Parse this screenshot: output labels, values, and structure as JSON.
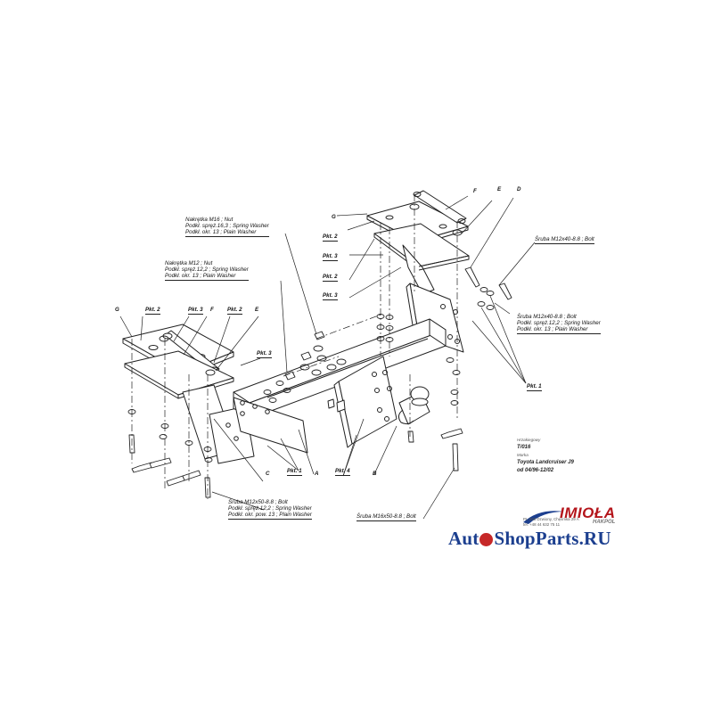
{
  "labels": {
    "nut_m16": [
      "Nakrętka M16 ; Nut",
      "Podkł. spręż.16,3 ; Spring Washer",
      "Podkł. okr. 13 ; Plain Washer"
    ],
    "nut_m12": [
      "Nakrętka M12 ; Nut",
      "Podkł. spręż.12,2 ; Spring Washer",
      "Podkł. okr. 13 ; Plain Washer"
    ],
    "bolt_m12x40_top": "Śruba M12x40-8.8 ; Bolt",
    "bolt_m12x40_group": [
      "Śruba M12x40-8.8 ; Bolt",
      "Podkł. spręż.12,2 ; Spring Washer",
      "Podkł. okr. 13 ; Plain Washer"
    ],
    "bolt_m12x50_group": [
      "Śruba M12x50-8.8 ; Bolt",
      "Podkł. spręż.12,2 ; Spring Washer",
      "Podkł. okr. pow. 13 ; Plain Washer"
    ],
    "bolt_m16x50": "Śruba M16x50-8.8 ; Bolt",
    "pkt1": "Pkt. 1",
    "pkt2": "Pkt. 2",
    "pkt3": "Pkt. 3",
    "pkt4": "Pkt. 4",
    "letters": {
      "A": "A",
      "B": "B",
      "C": "C",
      "D": "D",
      "E": "E",
      "F": "F",
      "G": "G"
    }
  },
  "title_block": {
    "line1": "Hrzakiegowy",
    "code": "T/016",
    "marka": "Marka",
    "model": "Toyota Landcruiser J9",
    "date": "od 04/96-12/02"
  },
  "logo": {
    "name": "IMIOŁA",
    "sub": "HAKPOL",
    "addr1": "PL-388 Dzwiony, Chęsmka 29 A",
    "addr2": "tel. +48 44 632 75 11"
  },
  "watermark": {
    "left": "Aut",
    "right": "ShopParts.RU"
  },
  "colors": {
    "logo_red": "#b4151b",
    "watermark_blue": "#1c3f8f",
    "line": "#222222"
  }
}
